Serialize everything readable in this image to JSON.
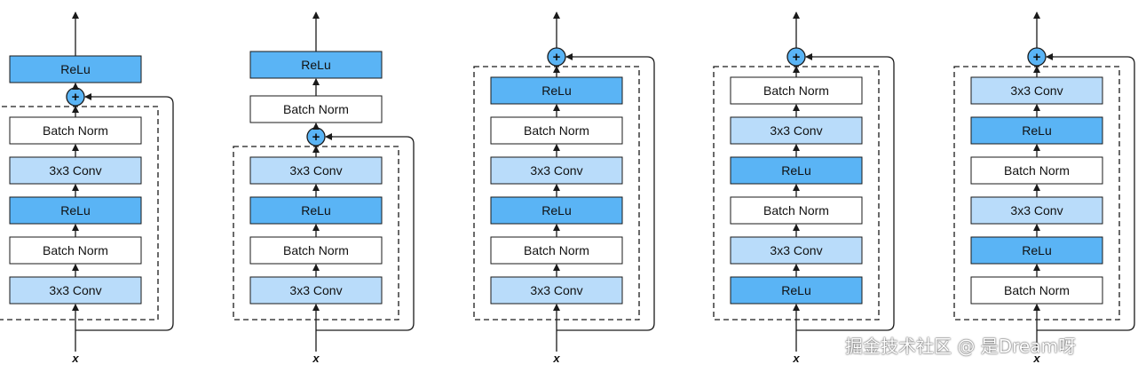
{
  "labels": {
    "relu": "ReLu",
    "batch_norm": "Batch Norm",
    "conv": "3x3 Conv",
    "plus": "+",
    "input": "x"
  },
  "colors": {
    "relu_fill": "#5ab4f5",
    "conv_fill": "#b9dcfa",
    "bn_fill": "#ffffff",
    "stroke": "#1a1a1a",
    "plus_fill": "#5ab4f5"
  },
  "variants": [
    {
      "id": "original",
      "block": [
        "conv",
        "batch_norm",
        "relu",
        "conv",
        "batch_norm"
      ],
      "after_add": [
        "relu"
      ]
    },
    {
      "id": "bn-after-addition",
      "block": [
        "conv",
        "batch_norm",
        "relu",
        "conv"
      ],
      "after_add": [
        "batch_norm",
        "relu"
      ]
    },
    {
      "id": "relu-before-addition",
      "block": [
        "conv",
        "batch_norm",
        "relu",
        "conv",
        "batch_norm",
        "relu"
      ],
      "after_add": []
    },
    {
      "id": "relu-only-pre-activation",
      "block": [
        "relu",
        "conv",
        "batch_norm",
        "relu",
        "conv",
        "batch_norm"
      ],
      "after_add": []
    },
    {
      "id": "full-pre-activation",
      "block": [
        "batch_norm",
        "relu",
        "conv",
        "batch_norm",
        "relu",
        "conv"
      ],
      "after_add": []
    }
  ],
  "watermark": "掘金技术社区 @ 是Dream呀"
}
